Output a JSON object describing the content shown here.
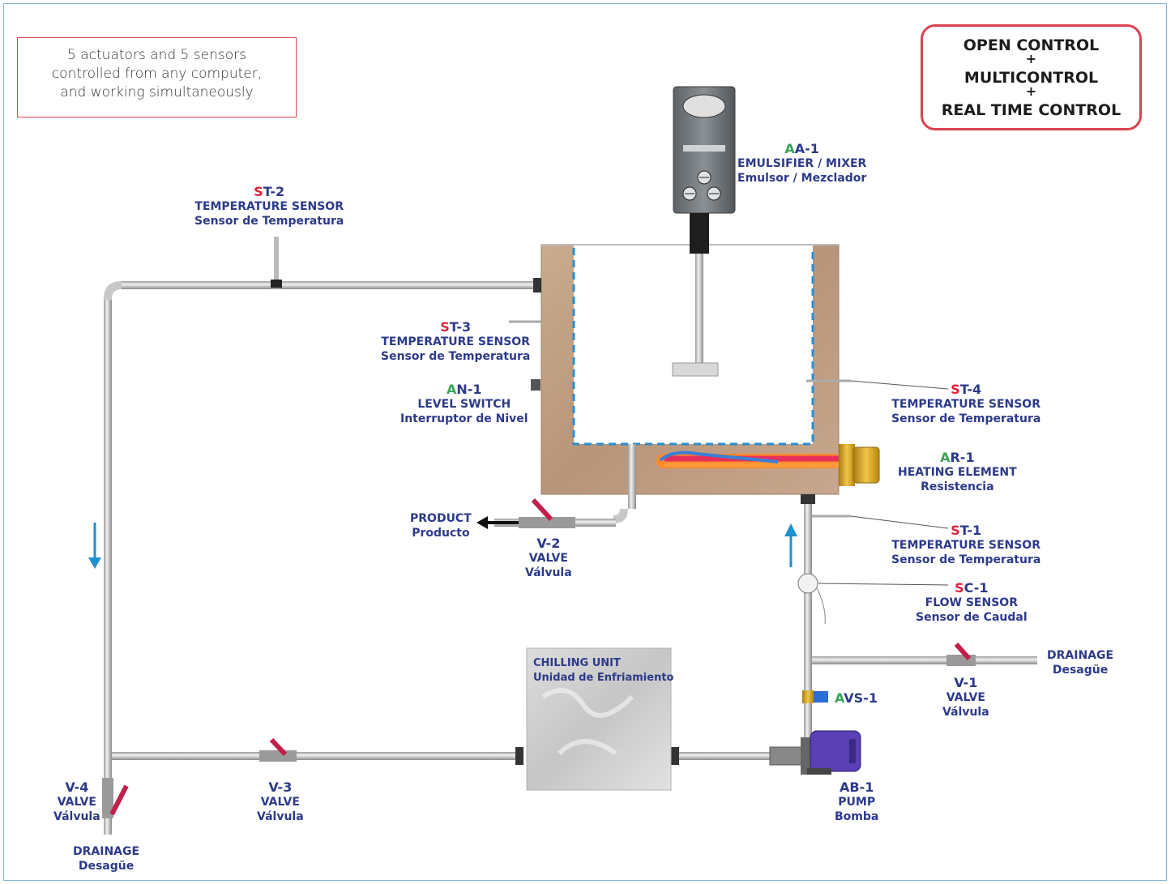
{
  "note": {
    "line1": "5 actuators and 5 sensors",
    "line2": "controlled from any computer,",
    "line3": "and working simultaneously"
  },
  "control_box": {
    "line1": "OPEN CONTROL",
    "plus": "+",
    "line2": "MULTICONTROL",
    "line3": "REAL TIME CONTROL"
  },
  "components": {
    "aa1": {
      "code_prefix": "A",
      "code_rest": "A-1",
      "en": "EMULSIFIER / MIXER",
      "es": "Emulsor / Mezclador"
    },
    "st2": {
      "code_prefix": "S",
      "code_rest": "T-2",
      "en": "TEMPERATURE SENSOR",
      "es": "Sensor de Temperatura"
    },
    "st3": {
      "code_prefix": "S",
      "code_rest": "T-3",
      "en": "TEMPERATURE SENSOR",
      "es": "Sensor de Temperatura"
    },
    "an1": {
      "code_prefix": "A",
      "code_rest": "N-1",
      "en": "LEVEL SWITCH",
      "es": "Interruptor de Nivel"
    },
    "st4": {
      "code_prefix": "S",
      "code_rest": "T-4",
      "en": "TEMPERATURE SENSOR",
      "es": "Sensor de Temperatura"
    },
    "ar1": {
      "code_prefix": "A",
      "code_rest": "R-1",
      "en": "HEATING ELEMENT",
      "es": "Resistencia"
    },
    "st1": {
      "code_prefix": "S",
      "code_rest": "T-1",
      "en": "TEMPERATURE SENSOR",
      "es": "Sensor de Temperatura"
    },
    "sc1": {
      "code_prefix": "S",
      "code_rest": "C-1",
      "en": "FLOW SENSOR",
      "es": "Sensor de Caudal"
    },
    "avs1": {
      "code_prefix": "A",
      "code_rest": "VS-1"
    },
    "ab1": {
      "code": "AB-1",
      "en": "PUMP",
      "es": "Bomba"
    },
    "v1": {
      "code": "V-1",
      "en": "VALVE",
      "es": "Válvula"
    },
    "v2": {
      "code": "V-2",
      "en": "VALVE",
      "es": "Válvula"
    },
    "v3": {
      "code": "V-3",
      "en": "VALVE",
      "es": "Válvula"
    },
    "v4": {
      "code": "V-4",
      "en": "VALVE",
      "es": "Válvula"
    },
    "product": {
      "en": "PRODUCT",
      "es": "Producto"
    },
    "drain_right": {
      "en": "DRAINAGE",
      "es": "Desagüe"
    },
    "drain_left": {
      "en": "DRAINAGE",
      "es": "Desagüe"
    },
    "chiller": {
      "en": "CHILLING UNIT",
      "es": "Unidad de Enfriamiento"
    }
  },
  "colors": {
    "sensor_code": "#d9243a",
    "actuator_code": "#3aa35a",
    "label_text": "#2c3a8a",
    "frame_border": "#d9434f",
    "flow_arrow": "#1e90d0"
  },
  "icons": [
    "flow-arrow-down-icon",
    "flow-arrow-up-icon",
    "product-arrow-icon",
    "valve-handle-icon"
  ]
}
